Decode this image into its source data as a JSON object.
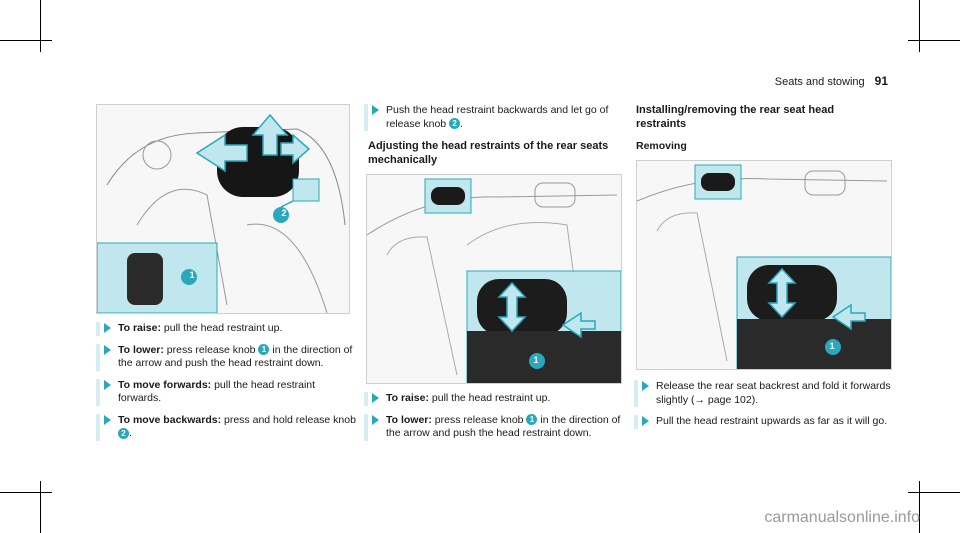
{
  "header": {
    "section": "Seats and stowing",
    "page_number": "91"
  },
  "figures": {
    "callout_1": "1",
    "callout_2": "2"
  },
  "col1": {
    "steps": [
      {
        "label": "To raise:",
        "text": " pull the head restraint up."
      },
      {
        "label": "To lower:",
        "text_a": " press release knob ",
        "callout": "1",
        "text_b": " in the direction of the arrow and push the head restraint down."
      },
      {
        "label": "To move forwards:",
        "text": " pull the head restraint forwards."
      },
      {
        "label": "To move backwards:",
        "text_a": " press and hold release knob ",
        "callout": "2",
        "text_b": "."
      }
    ]
  },
  "col2": {
    "intro_a": "Push the head restraint backwards and let go of release knob ",
    "intro_callout": "2",
    "intro_b": ".",
    "heading": "Adjusting the head restraints of the rear seats mechanically",
    "steps": [
      {
        "label": "To raise:",
        "text": " pull the head restraint up."
      },
      {
        "label": "To lower:",
        "text_a": " press release knob ",
        "callout": "1",
        "text_b": " in the direction of the arrow and push the head restraint down."
      }
    ]
  },
  "col3": {
    "heading": "Installing/removing the rear seat head restraints",
    "subheading": "Removing",
    "step1_a": "Release the rear seat backrest and fold it forwards slightly (",
    "step1_arrow": "→",
    "step1_b": " page 102).",
    "step2": "Pull the head restraint upwards as far as it will go."
  },
  "watermark": "carmanualsonline.info",
  "colors": {
    "accent": "#2aa8bb",
    "panel": "#bfe7ed",
    "bar": "#d6eef2"
  }
}
